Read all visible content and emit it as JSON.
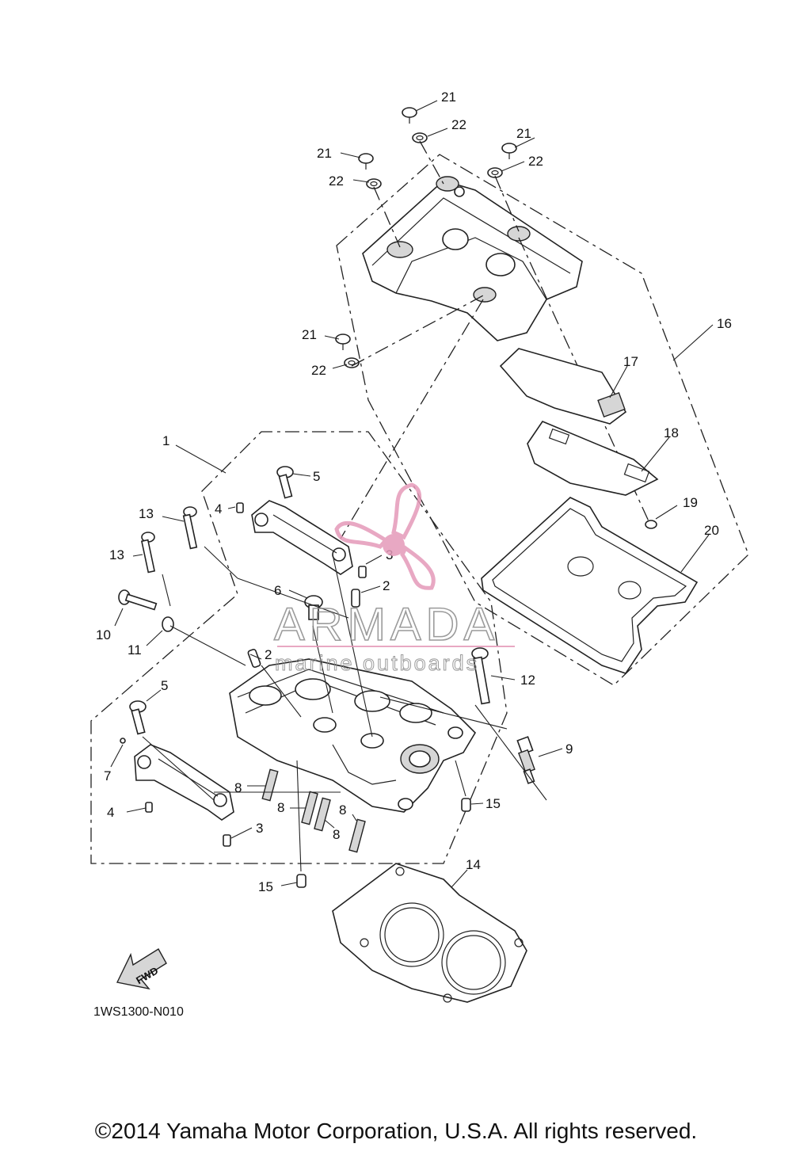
{
  "diagram_code": "1WS1300-N010",
  "fwd_label": "FWD",
  "watermark": {
    "brand": "ARMADA",
    "tagline": "marine outboards"
  },
  "copyright": "©2014 Yamaha Motor Corporation, U.S.A. All rights reserved.",
  "callouts": [
    "21",
    "22",
    "21",
    "22",
    "21",
    "22",
    "21",
    "22",
    "16",
    "17",
    "18",
    "19",
    "20",
    "1",
    "5",
    "4",
    "3",
    "13",
    "13",
    "2",
    "6",
    "10",
    "11",
    "2",
    "12",
    "5",
    "7",
    "9",
    "8",
    "4",
    "8",
    "8",
    "8",
    "3",
    "15",
    "15",
    "14"
  ]
}
